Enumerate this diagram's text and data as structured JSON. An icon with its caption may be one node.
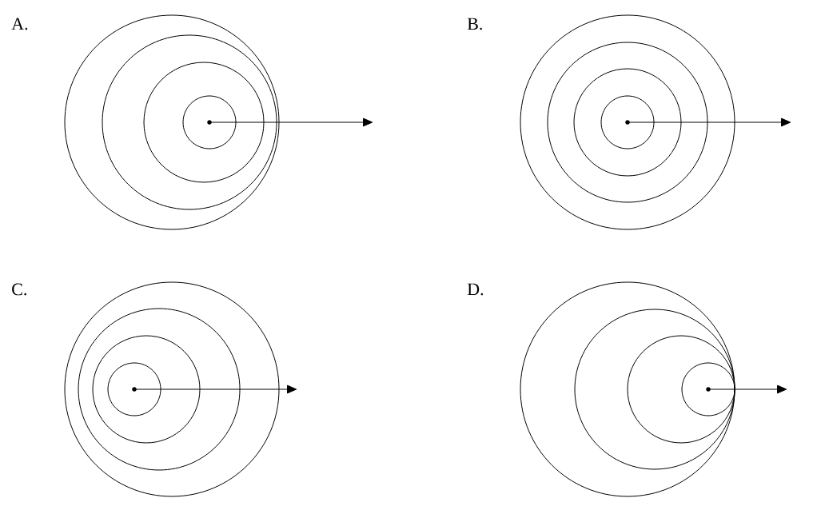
{
  "diagram": {
    "labels": [
      "A.",
      "B.",
      "C.",
      "D."
    ]
  }
}
